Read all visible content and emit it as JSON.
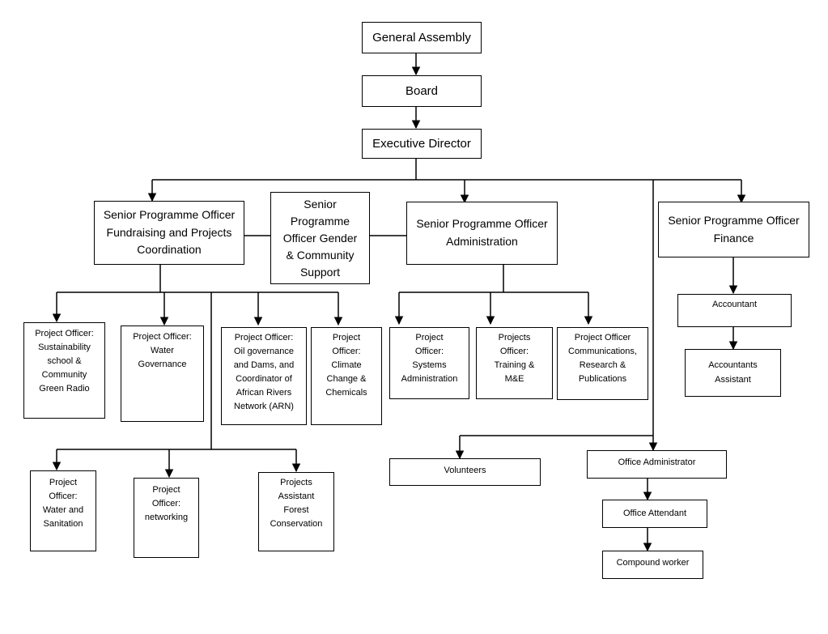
{
  "chart": {
    "general_assembly": "General Assembly",
    "board": "Board",
    "executive_director": "Executive Director",
    "spo_fundraising": "Senior Programme Officer\nFundraising and Projects\nCoordination",
    "spo_gender": "Senior\nProgramme\nOfficer Gender\n& Community\nSupport",
    "spo_admin": "Senior Programme Officer\nAdministration",
    "spo_finance": "Senior Programme Officer\nFinance",
    "po_sustainability": "Project Officer:\nSustainability\nschool &\nCommunity\nGreen Radio",
    "po_water_governance": "Project Officer:\nWater\nGovernance",
    "po_oil_governance": "Project Officer:\nOil governance\nand Dams, and\nCoordinator of\nAfrican Rivers\nNetwork (ARN)",
    "po_climate": "Project\nOfficer:\nClimate\nChange &\nChemicals",
    "po_systems_admin": "Project\nOfficer:\nSystems\nAdministration",
    "po_training": "Projects\nOfficer:\nTraining &\nM&E",
    "po_communications": "Project Officer\nCommunications,\nResearch &\nPublications",
    "accountant": "Accountant",
    "accountants_assistant": "Accountants\nAssistant",
    "po_water_sanitation": "Project\nOfficer:\nWater and\nSanitation",
    "po_networking": "Project\nOfficer:\nnetworking",
    "pa_forest": "Projects\nAssistant\nForest\nConservation",
    "volunteers": "Volunteers",
    "office_administrator": "Office Administrator",
    "office_attendant": "Office Attendant",
    "compound_worker": "Compound worker"
  }
}
